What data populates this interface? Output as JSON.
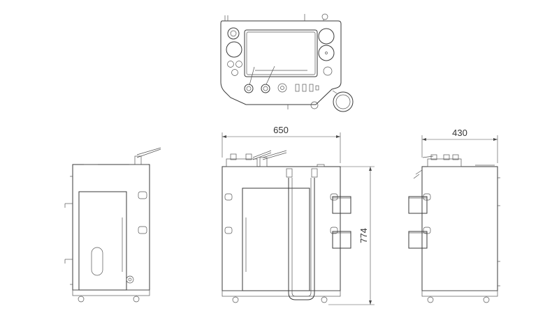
{
  "dimensions": {
    "front_width": "650",
    "side_depth": "430",
    "height": "774"
  },
  "colors": {
    "line": "#3a3a3a",
    "background": "#ffffff"
  }
}
